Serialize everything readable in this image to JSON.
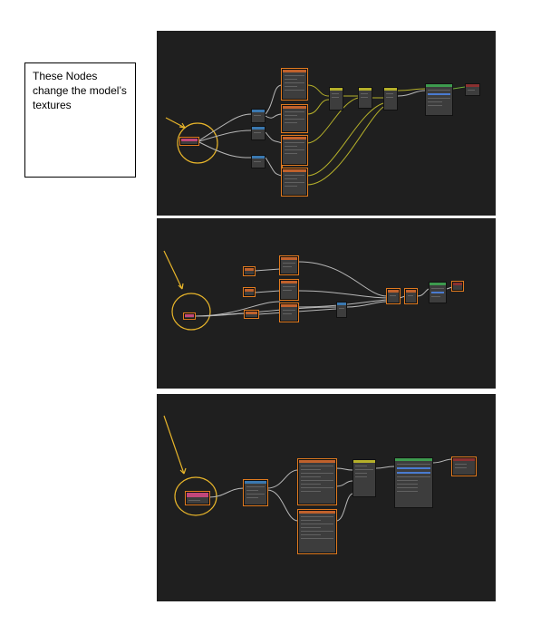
{
  "annotation": {
    "text": "These Nodes change the model’s textures"
  },
  "colors": {
    "canvas": "#1f1f1f",
    "highlight_circle": "#e8b52a",
    "arrow": "#e8b52a",
    "node_select": "#e07a1f",
    "wire_gray": "#b8b8b8",
    "wire_yellow": "#b5b02a",
    "wire_green": "#6fae3a"
  },
  "panels": [
    {
      "name": "node-editor-screenshot-1"
    },
    {
      "name": "node-editor-screenshot-2"
    },
    {
      "name": "node-editor-screenshot-3"
    }
  ]
}
